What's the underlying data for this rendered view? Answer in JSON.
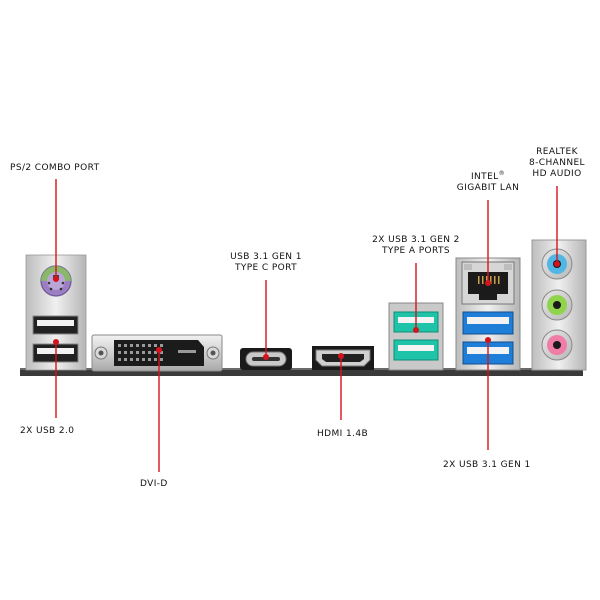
{
  "labels": {
    "ps2": "PS/2 COMBO PORT",
    "usb20": "2X USB 2.0",
    "dvid": "DVI-D",
    "usbc_line1": "USB 3.1 GEN 1",
    "usbc_line2": "TYPE C PORT",
    "hdmi": "HDMI 1.4B",
    "usb31g2_line1": "2X USB 3.1 GEN 2",
    "usb31g2_line2": "TYPE A PORTS",
    "lan_line1": "INTEL",
    "lan_reg": "®",
    "lan_line2": "GIGABIT LAN",
    "usb31g1": "2X USB 3.1 GEN 1",
    "audio_line1": "REALTEK",
    "audio_line2": "8-CHANNEL",
    "audio_line3": "HD AUDIO"
  },
  "colors": {
    "leader": "#d4141c",
    "usb3_blue": "#1f7fd8",
    "usb31_teal": "#1ec3a8",
    "ps2_purple": "#9b7fc2",
    "ps2_green": "#86c25a",
    "audio_blue": "#4fb6e6",
    "audio_green": "#8fd44a",
    "audio_pink": "#f07ca8",
    "plate": "#d8d8d8"
  }
}
